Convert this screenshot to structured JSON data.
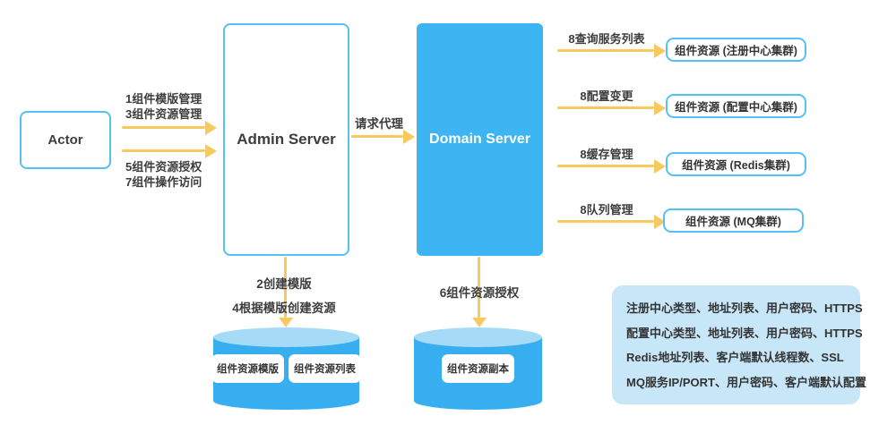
{
  "actor": {
    "label": "Actor"
  },
  "admin_server": {
    "label": "Admin Server"
  },
  "domain_server": {
    "label": "Domain Server"
  },
  "actor_to_admin": {
    "top_labels": [
      "1组件模版管理",
      "3组件资源管理"
    ],
    "bottom_labels": [
      "5组件资源授权",
      "7组件操作访问"
    ]
  },
  "proxy_arrow": {
    "label": "请求代理"
  },
  "right_flows": [
    {
      "arrow_label": "8查询服务列表",
      "target": "组件资源 (注册中心集群)"
    },
    {
      "arrow_label": "8配置变更",
      "target": "组件资源 (配置中心集群)"
    },
    {
      "arrow_label": "8缓存管理",
      "target": "组件资源 (Redis集群)"
    },
    {
      "arrow_label": "8队列管理",
      "target": "组件资源 (MQ集群)"
    }
  ],
  "admin_db": {
    "arrow_labels": [
      "2创建模版",
      "4根据模版创建资源"
    ],
    "items": [
      "组件资源模版",
      "组件资源列表"
    ]
  },
  "domain_db": {
    "arrow_label": "6组件资源授权",
    "items": [
      "组件资源副本"
    ]
  },
  "note": {
    "lines": [
      "注册中心类型、地址列表、用户密码、HTTPS",
      "配置中心类型、地址列表、用户密码、HTTPS",
      "Redis地址列表、客户端默认线程数、SSL",
      "MQ服务IP/PORT、用户密码、客户端默认配置"
    ]
  },
  "colors": {
    "primary_blue": "#3DB5F3",
    "border_blue": "#55C0F4",
    "cylinder_blue": "#36AEEF",
    "cylinder_top_blue": "#A6DBF8",
    "arrow_yellow": "#F7C95F",
    "note_background": "#C7E6F8",
    "text_dark": "#3D3D3D"
  }
}
